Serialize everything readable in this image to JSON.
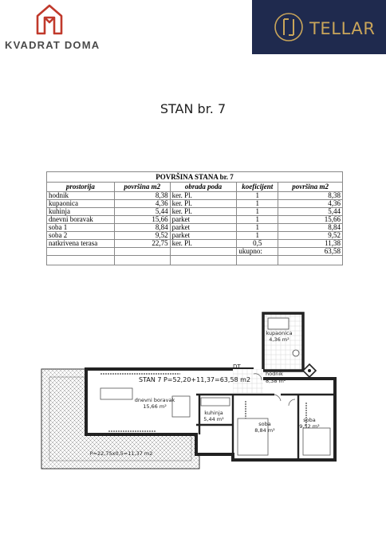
{
  "header": {
    "left_brand": "KVADRAT DOMA",
    "right_brand": "TELLAR",
    "colors": {
      "left_logo": "#c0392b",
      "right_bg": "#1f2a4e",
      "right_gold": "#c9a55a"
    }
  },
  "title": "STAN br. 7",
  "table": {
    "title": "POVRŠINA STANA br. 7",
    "headers": [
      "prostorija",
      "površina m2",
      "obrada poda",
      "koeficijent",
      "površina m2"
    ],
    "rows": [
      {
        "room": "hodnik",
        "area": "8,38",
        "floor": "ker. Pl.",
        "coef": "1",
        "total": "8,38"
      },
      {
        "room": "kupaonica",
        "area": "4,36",
        "floor": "ker. Pl.",
        "coef": "1",
        "total": "4,36"
      },
      {
        "room": "kuhinja",
        "area": "5,44",
        "floor": "ker. Pl.",
        "coef": "1",
        "total": "5,44"
      },
      {
        "room": "dnevni boravak",
        "area": "15,66",
        "floor": "parket",
        "coef": "1",
        "total": "15,66"
      },
      {
        "room": "soba 1",
        "area": "8,84",
        "floor": "parket",
        "coef": "1",
        "total": "8,84"
      },
      {
        "room": "soba 2",
        "area": "9,52",
        "floor": "parket",
        "coef": "1",
        "total": "9,52"
      },
      {
        "room": "natkrivena terasa",
        "area": "22,75",
        "floor": "ker. Pl.",
        "coef": "0,5",
        "total": "11,38"
      }
    ],
    "total_label": "ukupno:",
    "total_value": "63,58"
  },
  "plan": {
    "kupaonica": "kupaonica",
    "kupaonica_area": "4,36 m²",
    "hodnik": "hodnik",
    "hodnik_area": "8,38 m²",
    "dt": "DT",
    "stan": "STAN 7 P=52,20+11,37=63,58 m2",
    "boravak": "dnevni boravak",
    "boravak_area": "15,66 m²",
    "kuhinja": "kuhinja",
    "kuhinja_area": "5,44 m²",
    "soba1": "soba",
    "soba1_area": "8,84 m²",
    "soba2": "soba",
    "soba2_area": "9,52 m²",
    "terasa": "P=22,75x0,5=11,37 m2"
  }
}
